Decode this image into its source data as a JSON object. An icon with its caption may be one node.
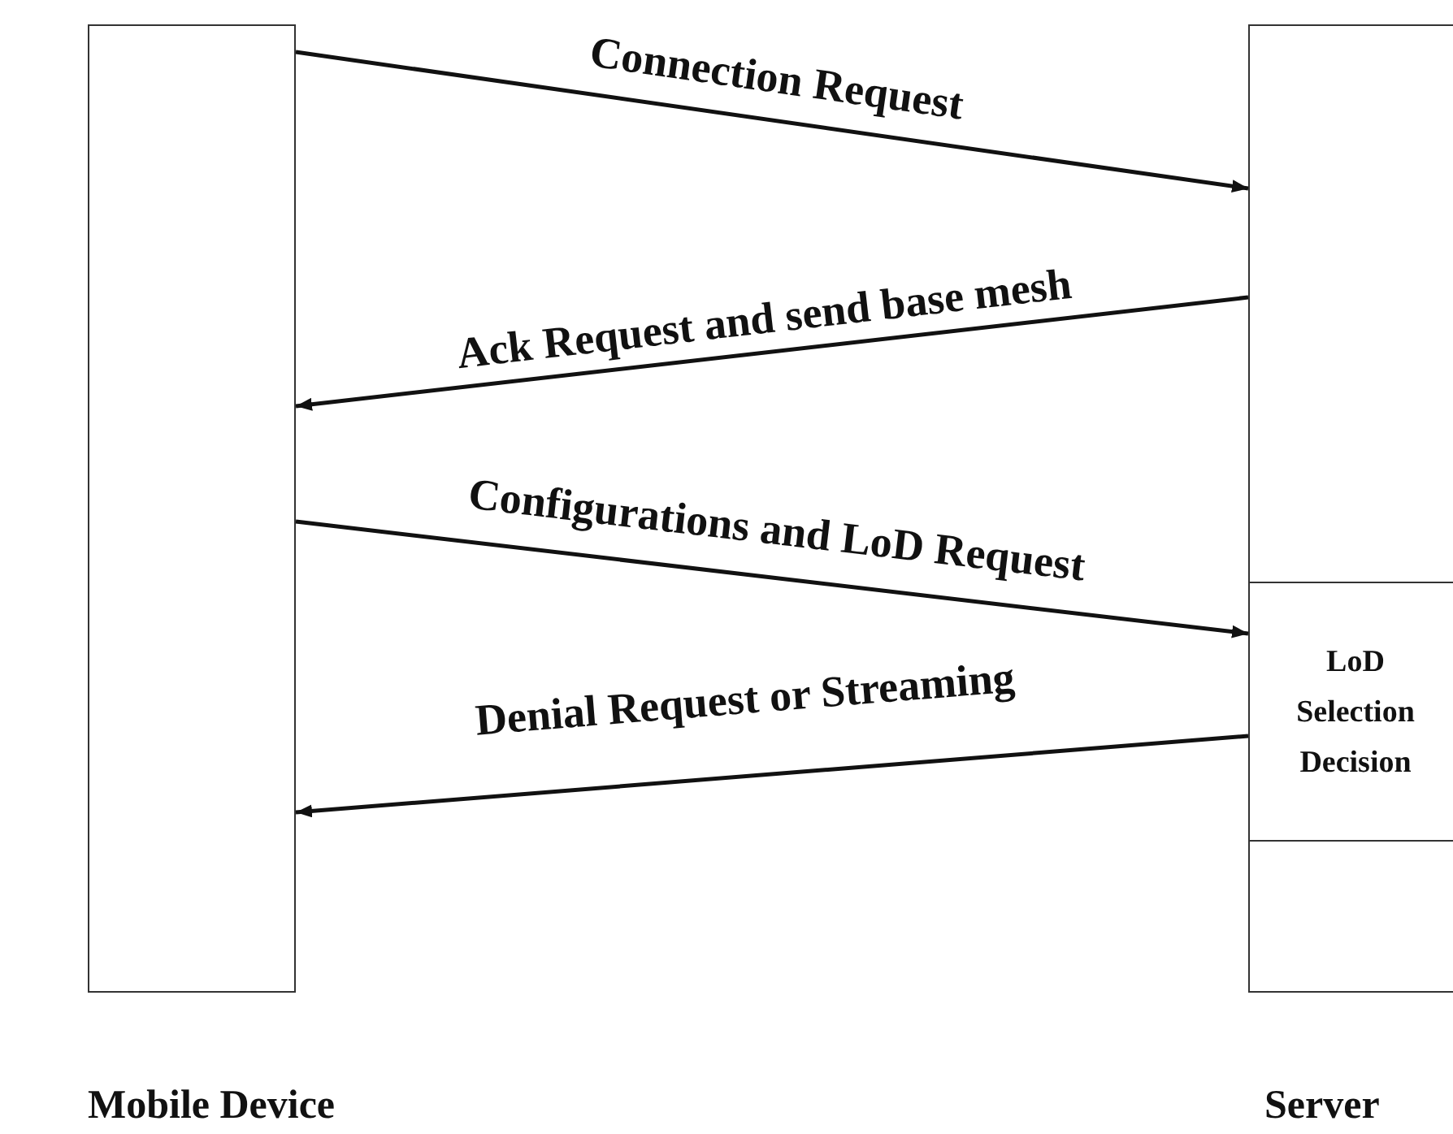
{
  "diagram": {
    "nodes": [
      {
        "text": [
          "Mobile Device"
        ]
      },
      {
        "text": [
          "Server"
        ]
      },
      {
        "text": [
          "LoD Selection Decision"
        ],
        "in": 1
      }
    ],
    "edges": [
      {
        "from": 0,
        "to": 1,
        "arrow": "to",
        "label": "Connection Request"
      },
      {
        "from": 1,
        "to": 0,
        "arrow": "to",
        "label": "Ack Request and send base mesh"
      },
      {
        "from": 0,
        "to": 2,
        "arrow": "to",
        "label": "Configurations and LoD Request"
      },
      {
        "from": 2,
        "to": 0,
        "arrow": "to",
        "label": "Denial Request or Streaming"
      }
    ]
  }
}
